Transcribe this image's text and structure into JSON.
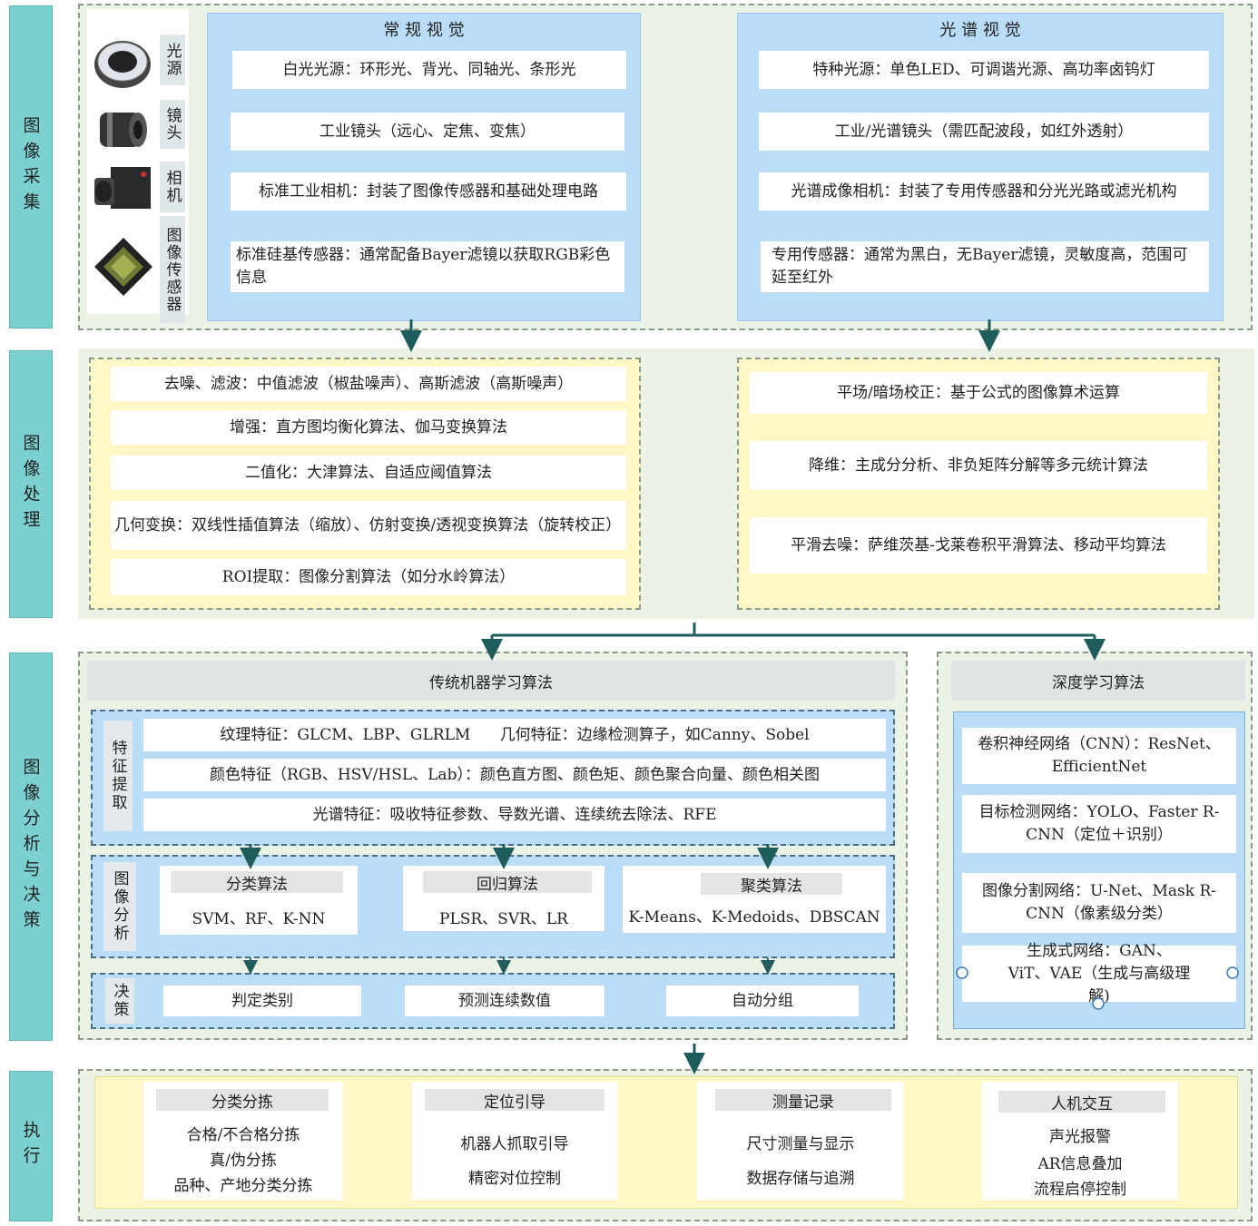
{
  "stages": {
    "acq": "图像采集",
    "proc": "图像处理",
    "ana": "图像分析与决策",
    "exe": "执行"
  },
  "components": [
    "光源",
    "镜头",
    "相机",
    "图像传感器"
  ],
  "conv": {
    "title": "常 规 视 觉",
    "items": [
      "白光光源：环形光、背光、同轴光、条形光",
      "工业镜头（远心、定焦、变焦）",
      "标准工业相机：封装了图像传感器和基础处理电路",
      "标准硅基传感器：通常配备Bayer滤镜以获取RGB彩色信息"
    ]
  },
  "spec": {
    "title": "光 谱 视 觉",
    "items": [
      "特种光源：单色LED、可调谐光源、高功率卤钨灯",
      "工业/光谱镜头（需匹配波段，如红外透射）",
      "光谱成像相机：封装了专用传感器和分光光路或滤光机构",
      "专用传感器：通常为黑白，无Bayer滤镜，灵敏度高，范围可延至红外"
    ]
  },
  "proc_left": [
    "去噪、滤波：中值滤波（椒盐噪声）、高斯滤波（高斯噪声）",
    "增强：直方图均衡化算法、伽马变换算法",
    "二值化：大津算法、自适应阈值算法",
    "几何变换：双线性插值算法（缩放）、仿射变换/透视变换算法（旋转校正）",
    "ROI提取：图像分割算法（如分水岭算法）"
  ],
  "proc_right": [
    "平场/暗场校正：基于公式的图像算术运算",
    "降维：主成分分析、非负矩阵分解等多元统计算法",
    "平滑去噪：萨维茨基-戈莱卷积平滑算法、移动平均算法"
  ],
  "trad": {
    "title": "传统机器学习算法",
    "feat_tag": "特征提取",
    "feat": [
      "纹理特征：GLCM、LBP、GLRLM      几何特征：边缘检测算子，如Canny、Sobel",
      "颜色特征（RGB、HSV/HSL、Lab）：颜色直方图、颜色矩、颜色聚合向量、颜色相关图",
      "光谱特征：吸收特征参数、导数光谱、连续统去除法、RFE"
    ],
    "ana_tag": "图像分析",
    "algos": [
      {
        "title": "分类算法",
        "body": "SVM、RF、K-NN"
      },
      {
        "title": "回归算法",
        "body": "PLSR、SVR、LR"
      },
      {
        "title": "聚类算法",
        "body": "K-Means、K-Medoids、DBSCAN"
      }
    ],
    "dec_tag": "决策",
    "decisions": [
      "判定类别",
      "预测连续数值",
      "自动分组"
    ]
  },
  "deep": {
    "title": "深度学习算法",
    "items": [
      "卷积神经网络（CNN）：ResNet、EfficientNet",
      "目标检测网络：YOLO、Faster R-CNN（定位＋识别）",
      "图像分割网络：U-Net、Mask R-CNN（像素级分类）",
      "生成式网络：GAN、ViT、VAE（生成与高级理解)"
    ]
  },
  "exec": [
    {
      "title": "分类分拣",
      "lines": [
        "合格/不合格分拣",
        "真/伪分拣",
        "品种、产地分类分拣"
      ]
    },
    {
      "title": "定位引导",
      "lines": [
        "机器人抓取引导",
        "精密对位控制"
      ]
    },
    {
      "title": "测量记录",
      "lines": [
        "尺寸测量与显示",
        "数据存储与追溯"
      ]
    },
    {
      "title": "人机交互",
      "lines": [
        "声光报警",
        "AR信息叠加",
        "流程启停控制"
      ]
    }
  ],
  "colors": {
    "side": "#7dd0d0",
    "blue": "#b9dcf7",
    "green": "#ebf2e6",
    "yellow": "#fff7c6",
    "arrow": "#1f5c5c"
  }
}
